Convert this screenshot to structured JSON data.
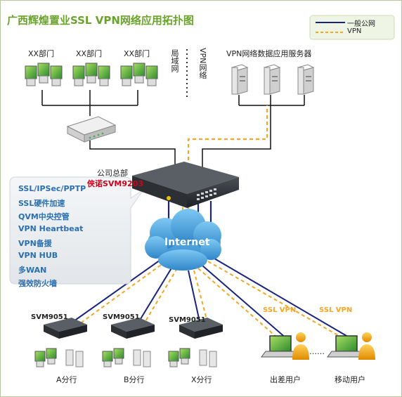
{
  "title": "广西辉煌置业SSL VPN网络应用拓扑图",
  "legend": {
    "line1": "一般公网",
    "line2": "VPN"
  },
  "departments": [
    "XX部门",
    "XX部门",
    "XX部门"
  ],
  "lan_label": "局域网",
  "vpn_label": "VPN网络",
  "server_group_label": "VPN网络数据应用服务器",
  "hq": {
    "label": "公司总部",
    "device": "侠诺SVM9203"
  },
  "features": [
    "SSL/IPSec/PPTP",
    "SSL硬件加速",
    "QVM中央控管",
    "VPN Heartbeat",
    "VPN备援",
    "VPN HUB",
    "多WAN",
    "强效防火墙"
  ],
  "cloud_label": "Internet",
  "branches": [
    {
      "device": "SVM9051",
      "name": "A分行"
    },
    {
      "device": "SVM9051",
      "name": "B分行"
    },
    {
      "device": "SVM9051",
      "name": "X分行"
    }
  ],
  "ssl_vpn_labels": [
    "SSL VPN",
    "SSL VPN"
  ],
  "remote_users": {
    "left": "出差用户",
    "dots": "……",
    "right": "移动用户"
  },
  "colors": {
    "title": "#6aa32b",
    "public_line": "#1a237e",
    "vpn_line": "#f5a623",
    "feature_text": "#2a6fb0",
    "device_red": "#d0021b"
  }
}
